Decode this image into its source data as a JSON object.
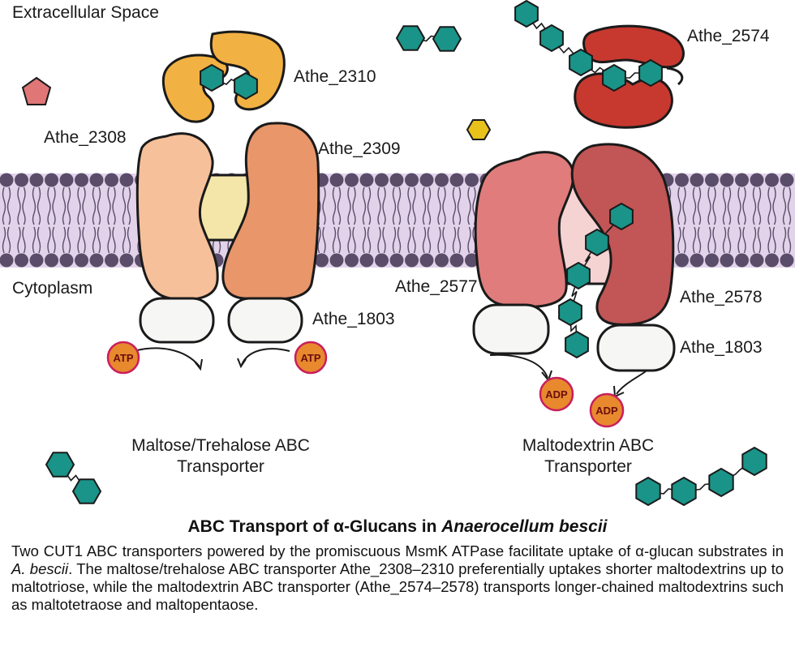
{
  "regions": {
    "extracellular": "Extracellular Space",
    "cytoplasm": "Cytoplasm"
  },
  "proteins": {
    "athe_2310": "Athe_2310",
    "athe_2308": "Athe_2308",
    "athe_2309": "Athe_2309",
    "athe_1803_left": "Athe_1803",
    "athe_2574": "Athe_2574",
    "athe_2577": "Athe_2577",
    "athe_2578": "Athe_2578",
    "athe_1803_right": "Athe_1803"
  },
  "nucleotides": {
    "atp_left": "ATP",
    "atp_right": "ATP",
    "adp_left": "ADP",
    "adp_right": "ADP"
  },
  "transporters": {
    "maltose_line1": "Maltose/Trehalose ABC",
    "maltose_line2": "Transporter",
    "maltodextrin_line1": "Maltodextrin ABC",
    "maltodextrin_line2": "Transporter"
  },
  "caption": {
    "title_prefix": "ABC Transport of α-Glucans in ",
    "title_organism": "Anaerocellum bescii",
    "body_part1": "Two CUT1 ABC transporters powered by the promiscuous MsmK ATPase facilitate uptake of α-glucan substrates in ",
    "body_organism": "A. bescii",
    "body_part2": ". The maltose/trehalose ABC transporter Athe_2308–2310 preferentially uptakes shorter maltodextrins up to maltotriose, while the maltodextrin ABC transporter (Athe_2574–2578) transports longer-chained maltodextrins such as maltotetraose and maltopentaose."
  },
  "colors": {
    "glucose": "#1a9488",
    "membrane": "#e3d3ea",
    "lipid_head": "#5a4d6a",
    "atp_fill": "#e8892e",
    "atp_ring": "#c91f5c",
    "sbp_left": "#f2b143",
    "sbp_right": "#c7392f",
    "tmd_2308": "#f6c09a",
    "tmd_2309": "#e8966a",
    "tmd_2577": "#e07c7c",
    "tmd_2578": "#c25555",
    "pentagon": "#e07676",
    "yellow_hexagon": "#e8c11a"
  }
}
